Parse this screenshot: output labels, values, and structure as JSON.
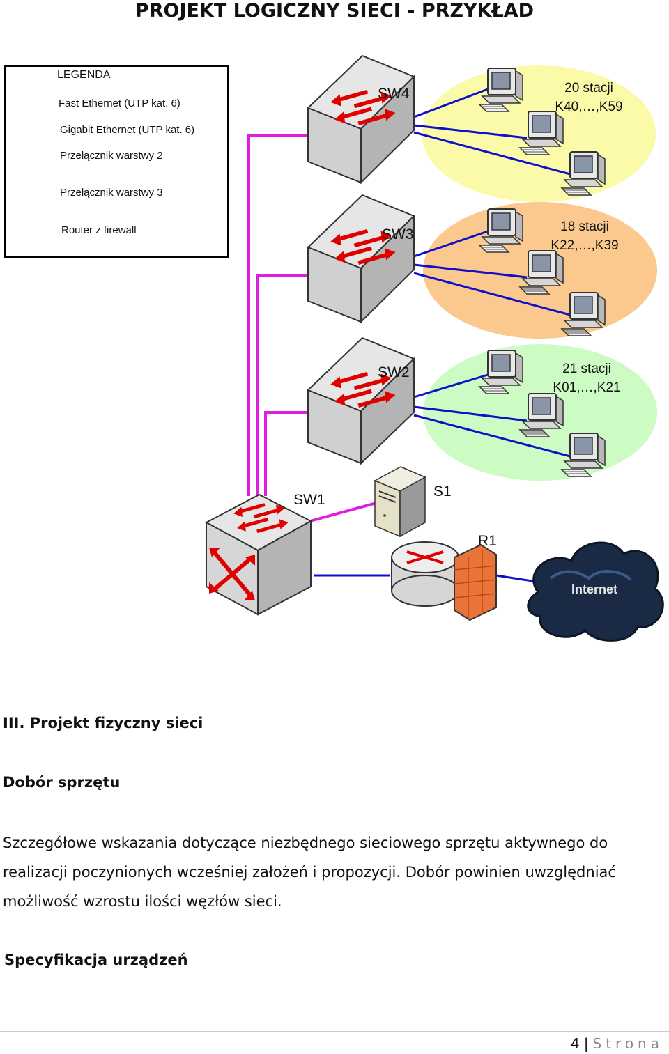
{
  "title": "PROJEKT LOGICZNY SIECI - PRZYKŁAD",
  "legend": {
    "heading": "LEGENDA",
    "fast_ethernet": "Fast Ethernet (UTP kat. 6)",
    "gigabit_ethernet": "Gigabit Ethernet (UTP kat. 6)",
    "switch_l2": "Przełącznik warstwy 2",
    "switch_l3": "Przełącznik warstwy 3",
    "router_fw": "Router z firewall"
  },
  "colors": {
    "fast_ethernet": "#1010c8",
    "gigabit_ethernet": "#e21ce0",
    "group_sw4": "#fbfaa8",
    "group_sw3": "#fbc88e",
    "group_sw2": "#cdfbc4",
    "arrow_red": "#e00000",
    "cloud": "#1a2a44"
  },
  "devices": {
    "sw4": "SW4",
    "sw3": "SW3",
    "sw2": "SW2",
    "sw1": "SW1",
    "s1": "S1",
    "r1": "R1",
    "internet": "Internet"
  },
  "groups": {
    "sw4": {
      "count": "20 stacji",
      "range": "K40,…,K59"
    },
    "sw3": {
      "count": "18 stacji",
      "range": "K22,…,K39"
    },
    "sw2": {
      "count": "21 stacji",
      "range": "K01,…,K21"
    }
  },
  "section": {
    "heading": "III. Projekt fizyczny sieci",
    "subheading": "Dobór sprzętu",
    "paragraph_lines": [
      "Szczegółowe wskazania dotyczące niezbędnego sieciowego sprzętu aktywnego do",
      "realizacji poczynionych wcześniej założeń i propozycji. Dobór powinien uwzględniać",
      "możliwość wzrostu ilości węzłów sieci."
    ],
    "spec_heading": "Specyfikacja urządzeń"
  },
  "footer": {
    "page_number": "4",
    "separator": "|",
    "word": "Strona"
  }
}
